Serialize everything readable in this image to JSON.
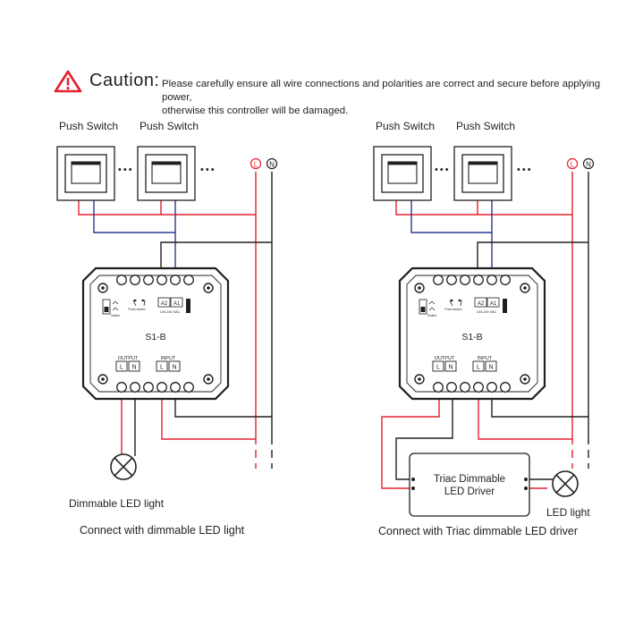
{
  "caution": {
    "title": "Caution:",
    "line1": "Please carefully ensure all wire connections and polarities are correct and secure before applying power,",
    "line2": "otherwise this controller will be damaged."
  },
  "colors": {
    "red": "#e5202e",
    "blue": "#2b3a8f",
    "black": "#231f20"
  },
  "labels": {
    "push_switch": "Push Switch",
    "dots": "•••",
    "line": "L",
    "neutral": "N",
    "device_model": "S1-B",
    "output": "OUTPUT",
    "input": "INPUT",
    "terminal_l": "L",
    "terminal_n": "N",
    "a2": "A2",
    "a1": "A1",
    "voltage": "100-240 VAC",
    "mode_text": "Switch",
    "switch_text": "Push switch"
  },
  "left": {
    "load_label": "Dimmable LED light",
    "caption": "Connect with dimmable LED light"
  },
  "right": {
    "driver_line1": "Triac Dimmable",
    "driver_line2": "LED Driver",
    "load_label": "LED light",
    "caption": "Connect with Triac dimmable LED driver"
  }
}
